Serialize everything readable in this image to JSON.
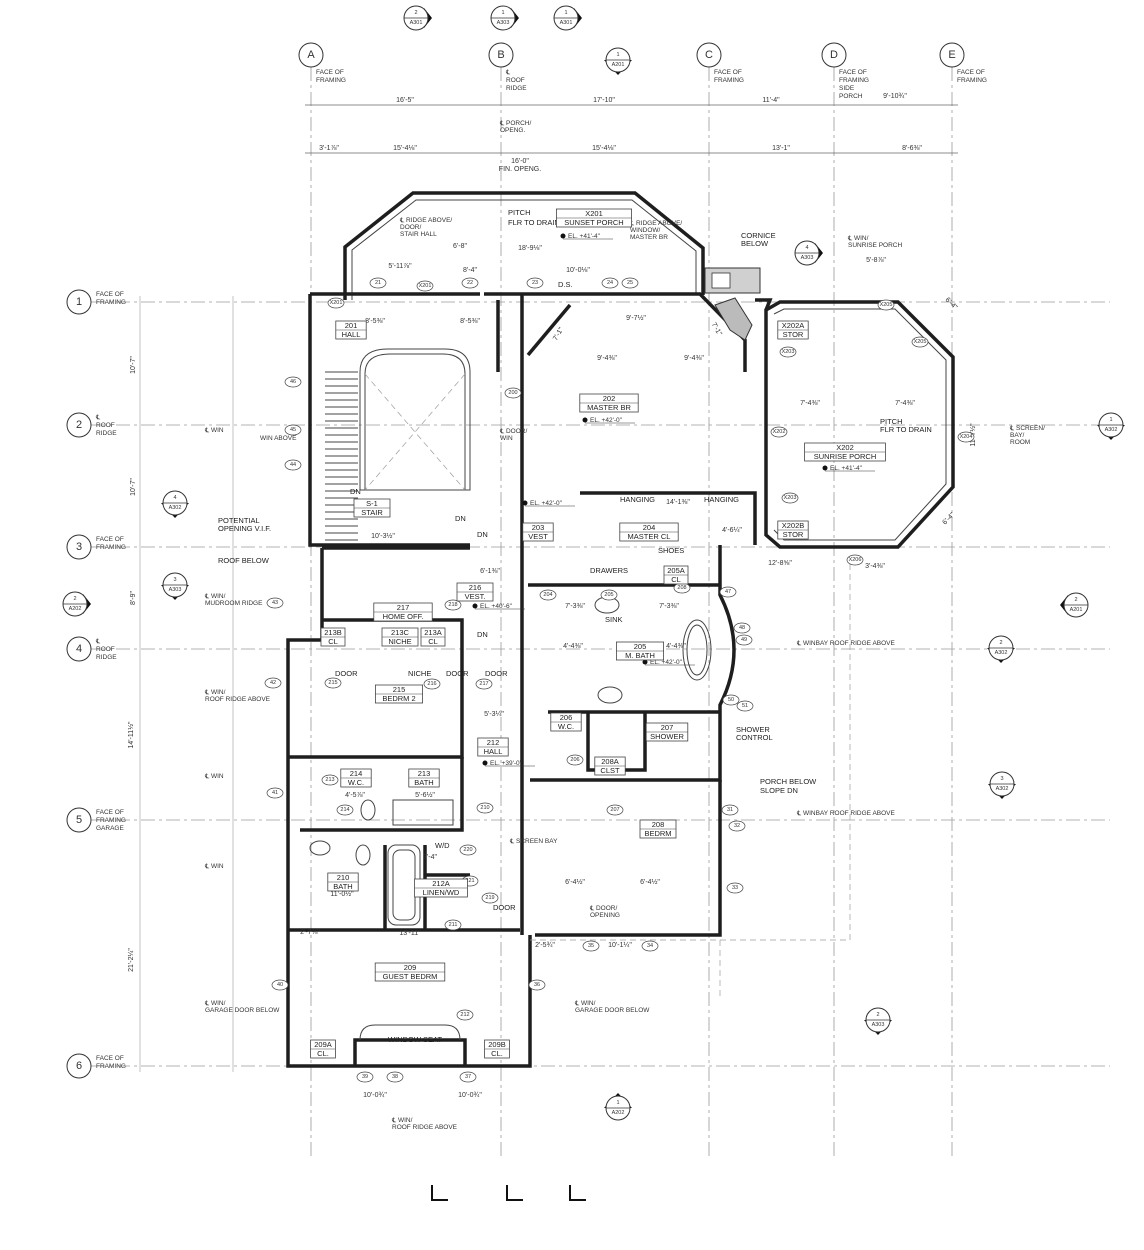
{
  "columns": [
    {
      "id": "A",
      "note": [
        "FACE OF",
        "FRAMING"
      ]
    },
    {
      "id": "B",
      "note": [
        "℄",
        "ROOF",
        "RIDGE"
      ]
    },
    {
      "id": "C",
      "note": [
        "FACE OF",
        "FRAMING"
      ]
    },
    {
      "id": "D",
      "note": [
        "FACE OF",
        "FRAMING",
        "SIDE",
        "PORCH"
      ]
    },
    {
      "id": "E",
      "note": [
        "FACE OF",
        "FRAMING"
      ]
    }
  ],
  "rows": [
    {
      "id": "1",
      "note": [
        "FACE OF",
        "FRAMING"
      ]
    },
    {
      "id": "2",
      "note": [
        "℄",
        "ROOF",
        "RIDGE"
      ]
    },
    {
      "id": "3",
      "note": [
        "FACE OF",
        "FRAMING"
      ]
    },
    {
      "id": "4",
      "note": [
        "℄",
        "ROOF",
        "RIDGE"
      ]
    },
    {
      "id": "5",
      "note": [
        "FACE OF",
        "FRAMING",
        "GARAGE"
      ]
    },
    {
      "id": "6",
      "note": [
        "FACE OF",
        "FRAMING"
      ]
    }
  ],
  "section_markers": [
    {
      "num": "2",
      "sheet": "A301"
    },
    {
      "num": "1",
      "sheet": "A303"
    },
    {
      "num": "1",
      "sheet": "A301"
    },
    {
      "num": "1",
      "sheet": "A201"
    },
    {
      "num": "4",
      "sheet": "A303"
    },
    {
      "num": "1",
      "sheet": "A302"
    },
    {
      "num": "2",
      "sheet": "A201"
    },
    {
      "num": "2",
      "sheet": "A302"
    },
    {
      "num": "3",
      "sheet": "A302"
    },
    {
      "num": "2",
      "sheet": "A303"
    },
    {
      "num": "1",
      "sheet": "A202"
    },
    {
      "num": "4",
      "sheet": "A302"
    },
    {
      "num": "3",
      "sheet": "A303"
    },
    {
      "num": "2",
      "sheet": "A202"
    }
  ],
  "rooms": [
    {
      "number": "X201",
      "name": "SUNSET PORCH"
    },
    {
      "number": "201",
      "name": "HALL"
    },
    {
      "number": "202",
      "name": "MASTER BR"
    },
    {
      "number": "X202",
      "name": "SUNRISE PORCH"
    },
    {
      "number": "X202A",
      "name": "STOR"
    },
    {
      "number": "X202B",
      "name": "STOR"
    },
    {
      "number": "S-1",
      "name": "STAIR"
    },
    {
      "number": "203",
      "name": "VEST"
    },
    {
      "number": "204",
      "name": "MASTER CL"
    },
    {
      "number": "205A",
      "name": "CL"
    },
    {
      "number": "205",
      "name": "M. BATH"
    },
    {
      "number": "216",
      "name": "VEST."
    },
    {
      "number": "217",
      "name": "HOME OFF."
    },
    {
      "number": "213B",
      "name": "CL"
    },
    {
      "number": "213C",
      "name": "NICHE"
    },
    {
      "number": "213A",
      "name": "CL"
    },
    {
      "number": "215",
      "name": "BEDRM 2"
    },
    {
      "number": "212",
      "name": "HALL"
    },
    {
      "number": "206",
      "name": "W.C."
    },
    {
      "number": "208A",
      "name": "CLST"
    },
    {
      "number": "207",
      "name": "SHOWER"
    },
    {
      "number": "214",
      "name": "W.C."
    },
    {
      "number": "213",
      "name": "BATH"
    },
    {
      "number": "210",
      "name": "BATH"
    },
    {
      "number": "212A",
      "name": "LINEN/WD"
    },
    {
      "number": "208",
      "name": "BEDRM"
    },
    {
      "number": "209",
      "name": "GUEST BEDRM"
    },
    {
      "number": "209A",
      "name": "CL."
    },
    {
      "number": "209B",
      "name": "CL."
    }
  ],
  "dimensions": [
    "16'-5\"",
    "17'-10\"",
    "11'-4\"",
    "9'-10¾\"",
    "3'-1⅞\"",
    "15'-4⅛\"",
    "15'-4⅛\"",
    "13'-1\"",
    "8'-6⅜\"",
    "16'-0\"",
    "FIN. OPENG.",
    "6'-8\"",
    "18'-9⅛\"",
    "5'-11⅞\"",
    "8'-4\"",
    "10'-0⅛\"",
    "8'-5⅜\"",
    "8'-5⅜\"",
    "9'-7½\"",
    "9'-4⅜\"",
    "9'-4⅜\"",
    "7'-1\"",
    "7'-1\"",
    "7'-4⅜\"",
    "7'-4⅜\"",
    "5'-8⅞\"",
    "6'-4\"",
    "6'-4\"",
    "3'-4⅜\"",
    "12'-8⅝\"",
    "11'-7½\"",
    "14'-1⅜\"",
    "4'-6¼\"",
    "10'-3½\"",
    "6'-1⅜\"",
    "7'-3⅜\"",
    "7'-3⅜\"",
    "4'-4⅜\"",
    "4'-4⅜\"",
    "5'-3¼\"",
    "13'-11\"",
    "11'-0½\"",
    "10'-0¾\"",
    "10'-0¾\"",
    "10'-1¼\"",
    "6'-4½\"",
    "6'-4½\"",
    "2'-5¾\"",
    "2'-7⅜\"",
    "5'-6½\"",
    "4'-5⅞\"",
    "3'-4\"",
    "10'-7\"",
    "10'-7\"",
    "8'-9\"",
    "14'-11½\"",
    "21'-2¼\""
  ],
  "annotations": [
    "PITCH",
    "FLR TO DRAIN",
    "CORNICE",
    "BELOW",
    "PITCH",
    "FLR TO DRAIN",
    "POTENTIAL",
    "OPENING V.I.F.",
    "ROOF BELOW",
    "SHOWER",
    "CONTROL",
    "PORCH BELOW",
    "SLOPE DN",
    "WINDOW SEAT",
    "DN",
    "DN",
    "DN",
    "DN",
    "W/D",
    "HANGING",
    "HANGING",
    "SHOES",
    "DRAWERS",
    "SINK",
    "NICHE",
    "DOOR",
    "DOOR",
    "DOOR",
    "DOOR",
    "D.S."
  ],
  "centerline_notes": [
    "℄ PORCH/ OPENG.",
    "℄ RIDGE ABOVE/ DOOR/ STAIR HALL",
    "℄ RIDGE ABOVE/ WINDOW/ MASTER BR",
    "℄ WIN/ SUNRISE PORCH",
    "℄ SCREEN/ BAY/ROOM",
    "℄ WIN",
    "WIN ABOVE",
    "℄ WIN/ MUDROOM RIDGE",
    "℄ WIN/ ROOF RIDGE ABOVE",
    "℄ WIN",
    "℄ WIN",
    "℄ WIN/ GARAGE DOOR BELOW",
    "℄ WIN/ GARAGE DOOR BELOW",
    "℄ WINBAY ROOF RIDGE ABOVE",
    "℄ WINBAY ROOF RIDGE ABOVE",
    "℄ WIN/ ROOF RIDGE ABOVE",
    "℄ DOOR/ WIN",
    "℄ DOOR/ OPENING",
    "℄ SCREEN BAY"
  ],
  "elevations": [
    "EL. +41'-4\"",
    "EL. +42'-0\"",
    "EL. +41'-4\"",
    "EL. +42'-0\"",
    "EL. +40'-6\"",
    "EL. +42'-0\"",
    "EL. +39'-0\""
  ],
  "tags": [
    "21",
    "X201",
    "X201",
    "22",
    "23",
    "24",
    "25",
    "200",
    "X203",
    "X203",
    "X202",
    "X204",
    "X205",
    "X205",
    "X206",
    "204",
    "205",
    "206",
    "207",
    "208",
    "210",
    "211",
    "212",
    "213",
    "214",
    "215",
    "216",
    "217",
    "218",
    "219",
    "220",
    "221",
    "31",
    "32",
    "33",
    "34",
    "35",
    "36",
    "37",
    "38",
    "39",
    "40",
    "41",
    "42",
    "43",
    "44",
    "45",
    "46",
    "47",
    "48",
    "49",
    "50",
    "51"
  ]
}
